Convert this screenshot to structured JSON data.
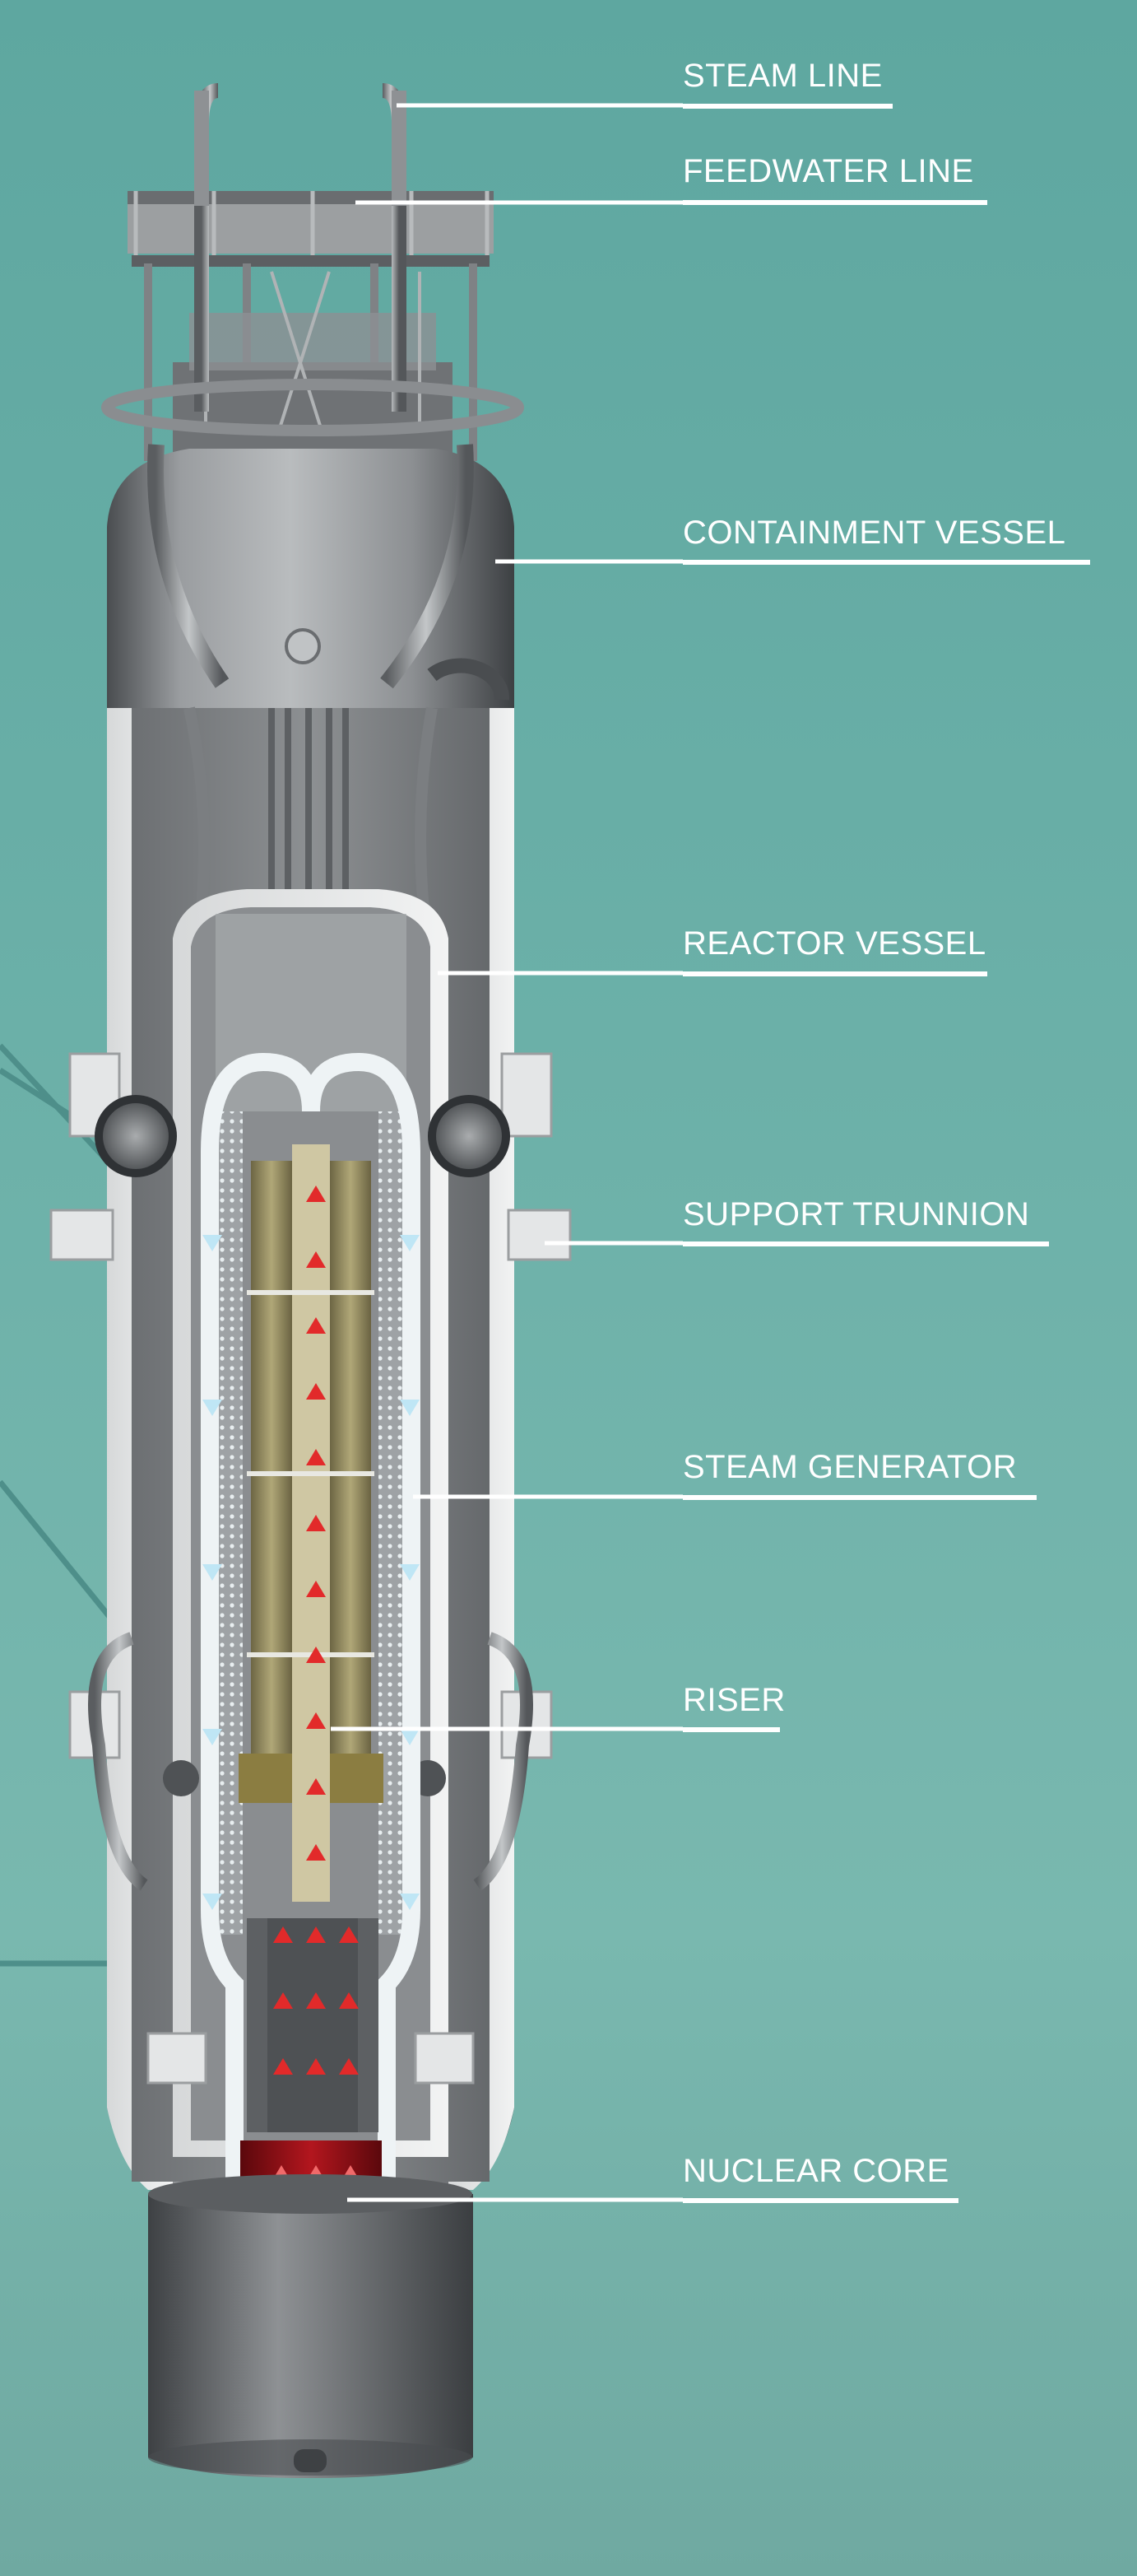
{
  "diagram": {
    "labels": [
      {
        "id": "steam-line",
        "text": "STEAM LINE"
      },
      {
        "id": "feedwater-line",
        "text": "FEEDWATER LINE"
      },
      {
        "id": "containment-vessel",
        "text": "CONTAINMENT VESSEL"
      },
      {
        "id": "reactor-vessel",
        "text": "REACTOR VESSEL"
      },
      {
        "id": "support-trunnion",
        "text": "SUPPORT TRUNNION"
      },
      {
        "id": "steam-generator",
        "text": "STEAM GENERATOR"
      },
      {
        "id": "riser",
        "text": "RISER"
      },
      {
        "id": "nuclear-core",
        "text": "NUCLEAR CORE"
      }
    ],
    "colors": {
      "background": "#6bb0a8",
      "vessel_steel": "#8a8d90",
      "dark_steel": "#55585b",
      "label_text": "#ffffff",
      "core_red": "#a3141b",
      "flow_hot": "#e22a2a",
      "flow_cool": "#bfe6f5",
      "riser_tan": "#c9c2a0",
      "guide_olive": "#8d8458",
      "pointer_teal": "#4e8f8a"
    }
  }
}
